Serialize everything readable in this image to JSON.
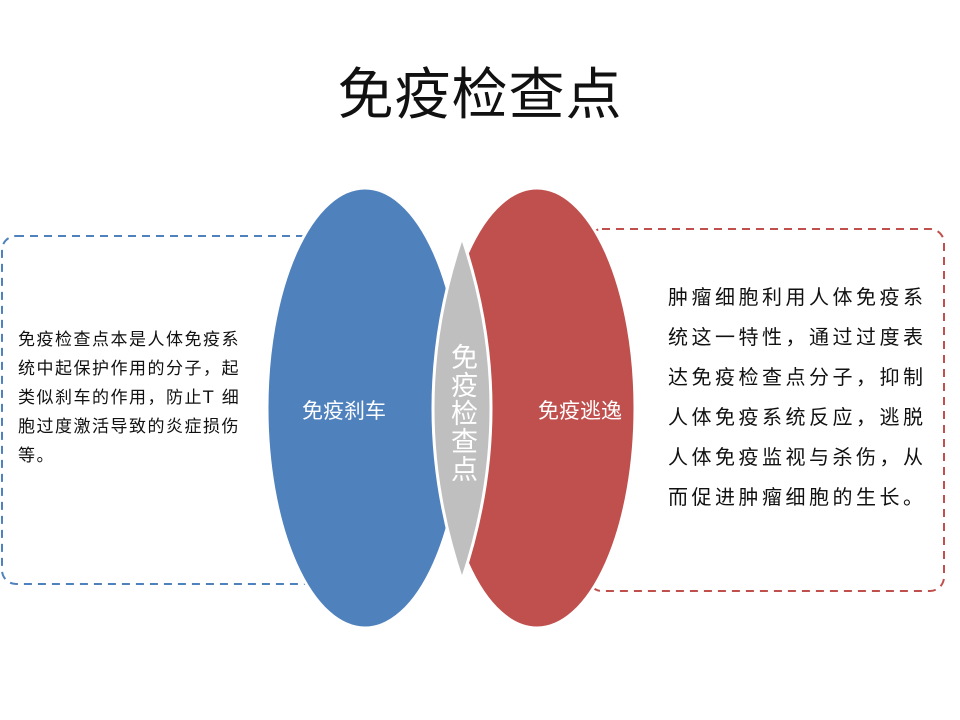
{
  "title": "免疫检查点",
  "left_description": "免疫检查点本是人体免疫系统中起保护作用的分子，起类似刹车的作用，防止T 细胞过度激活导致的炎症损伤等。",
  "right_description": "肿瘤细胞利用人体免疫系统这一特性，通过过度表达免疫检查点分子，抑制人体免疫系统反应，逃脱人体免疫监视与杀伤，从而促进肿瘤细胞的生长。",
  "venn": {
    "left_label": "免疫刹车",
    "center_label": "免疫检查点",
    "right_label": "免疫逃逸"
  },
  "colors": {
    "left_ellipse": "#4F81BD",
    "right_ellipse": "#C0504D",
    "overlap": "#BFBFBF",
    "left_dashed_border": "#4F81BD",
    "right_dashed_border": "#C0504D"
  }
}
